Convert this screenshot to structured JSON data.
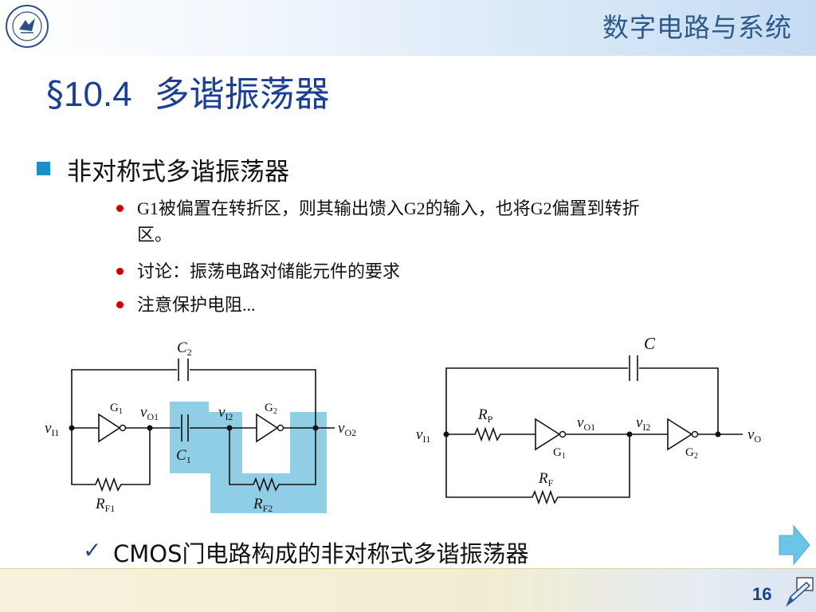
{
  "header": {
    "course_title": "数字电路与系统"
  },
  "section": {
    "symbol": "§",
    "number": "10.4",
    "title": "多谐振荡器"
  },
  "bullet": {
    "main": "非对称式多谐振荡器"
  },
  "sub_bullets": [
    {
      "text": "G1被偏置在转折区，则其输出馈入G2的输入，也将G2偏置到转折",
      "cont": "区。"
    },
    {
      "text": "讨论：振荡电路对储能元件的要求"
    },
    {
      "text": "注意保护电阻..."
    }
  ],
  "diagram_left": {
    "c2": "C",
    "c2_sub": "2",
    "vi1": "v",
    "vi1_sub": "I1",
    "g1": "G",
    "g1_sub": "1",
    "vo1": "v",
    "vo1_sub": "O1",
    "vi2": "v",
    "vi2_sub": "I2",
    "g2": "G",
    "g2_sub": "2",
    "vo2": "v",
    "vo2_sub": "O2",
    "c1": "C",
    "c1_sub": "1",
    "rf1": "R",
    "rf1_sub": "F1",
    "rf2": "R",
    "rf2_sub": "F2"
  },
  "diagram_right": {
    "c": "C",
    "vi1": "v",
    "vi1_sub": "I1",
    "rp": "R",
    "rp_sub": "P",
    "vo1": "v",
    "vo1_sub": "O1",
    "vi2": "v",
    "vi2_sub": "I2",
    "g1": "G",
    "g1_sub": "1",
    "g2": "G",
    "g2_sub": "2",
    "vo": "v",
    "vo_sub": "O",
    "rf": "R",
    "rf_sub": "F"
  },
  "caption": {
    "check": "✓",
    "text": "CMOS门电路构成的非对称式多谐振荡器"
  },
  "footer": {
    "page": "16"
  },
  "colors": {
    "title": "#1a3f95",
    "highlight": "#7cc6e0",
    "bullet_square": "#1e8ec8",
    "sub_bullet_dot": "#cc0000"
  },
  "icons": {
    "logo": "university-seal",
    "next": "right-arrow-icon",
    "pen": "pen-icon"
  }
}
